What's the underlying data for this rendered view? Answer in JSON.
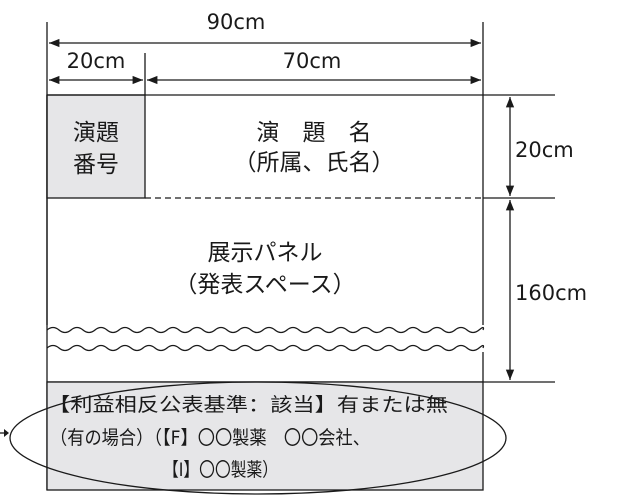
{
  "dimensions": {
    "total_width": "90cm",
    "number_width": "20cm",
    "title_width": "70cm",
    "title_height": "20cm",
    "panel_height": "160cm"
  },
  "number_box": {
    "line1": "演題",
    "line2": "番号"
  },
  "title_area": {
    "line1": "演　題　名",
    "line2": "（所属、氏名）"
  },
  "panel_area": {
    "line1": "展示パネル",
    "line2": "（発表スペース）"
  },
  "coi_box": {
    "line1": "【利益相反公表基準：該当】有または無",
    "line2": "（有の場合）（【F】〇〇製薬　〇〇会社、",
    "line3": "【I】〇〇製薬）"
  },
  "colors": {
    "gray_fill": "#e6e6e8",
    "line": "#1a1a1a"
  }
}
